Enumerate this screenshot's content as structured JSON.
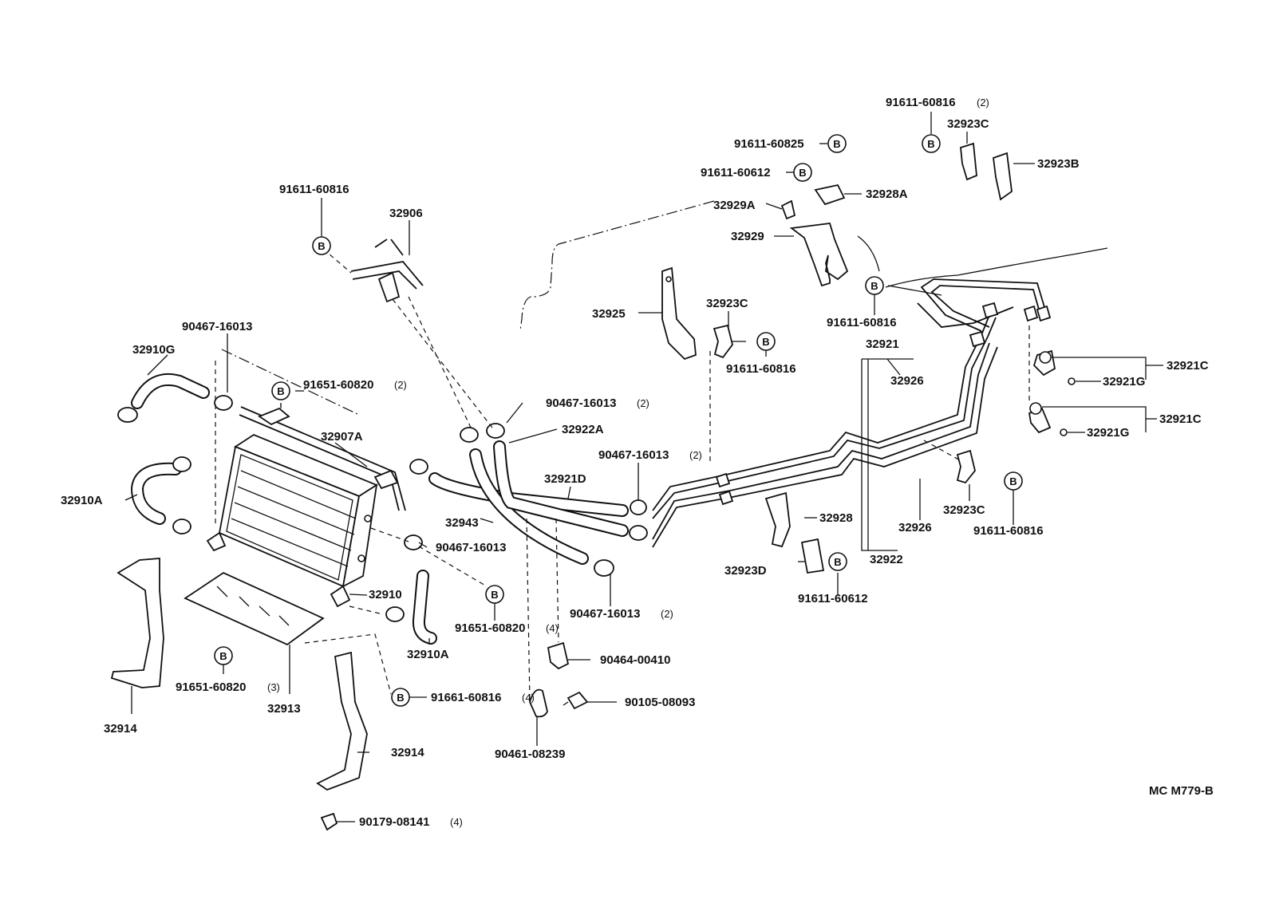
{
  "diagram_code": "MC M779-B",
  "bolt_marker": "B",
  "labels": {
    "l_91611_60816_a": "91611-60816",
    "l_32906": "32906",
    "l_90467_16013_a": "90467-16013",
    "l_32910G": "32910G",
    "l_91651_60820_2": "91651-60820",
    "q_2_a": "(2)",
    "l_32907A": "32907A",
    "l_32910A_a": "32910A",
    "l_90467_16013_b": "90467-16013",
    "l_32910": "32910",
    "l_32910A_b": "32910A",
    "l_91651_60820_3": "91651-60820",
    "q_3": "(3)",
    "l_32913": "32913",
    "l_32914_a": "32914",
    "l_91661_60816_4": "91661-60816",
    "q_4_a": "(4)",
    "l_32914_b": "32914",
    "l_90179_08141": "90179-08141",
    "q_4_b": "(4)",
    "l_91651_60820_4": "91651-60820",
    "q_4_c": "(4)",
    "l_90467_16013_c": "90467-16013",
    "q_2_b": "(2)",
    "l_32922A": "32922A",
    "l_32921D": "32921D",
    "l_32943": "32943",
    "l_90467_16013_d": "90467-16013",
    "q_2_c": "(2)",
    "l_90467_16013_e": "90467-16013",
    "q_2_d": "(2)",
    "l_90464_00410": "90464-00410",
    "l_90105_08093": "90105-08093",
    "l_90461_08239": "90461-08239",
    "l_32925": "32925",
    "l_32923C_a": "32923C",
    "l_91611_60816_b": "91611-60816",
    "l_91611_60825": "91611-60825",
    "l_91611_60612_a": "91611-60612",
    "l_32928A": "32928A",
    "l_32929A": "32929A",
    "l_32929": "32929",
    "l_91611_60816_c": "91611-60816",
    "l_91611_60816_2": "91611-60816",
    "q_2_e": "(2)",
    "l_32923C_b": "32923C",
    "l_32923B": "32923B",
    "l_32921": "32921",
    "l_32926_a": "32926",
    "l_32926_b": "32926",
    "l_32922": "32922",
    "l_32928": "32928",
    "l_32923D": "32923D",
    "l_91611_60612_b": "91611-60612",
    "l_32923C_c": "32923C",
    "l_91611_60816_d": "91611-60816",
    "l_32921C_a": "32921C",
    "l_32921G_a": "32921G",
    "l_32921C_b": "32921C",
    "l_32921G_b": "32921G"
  }
}
